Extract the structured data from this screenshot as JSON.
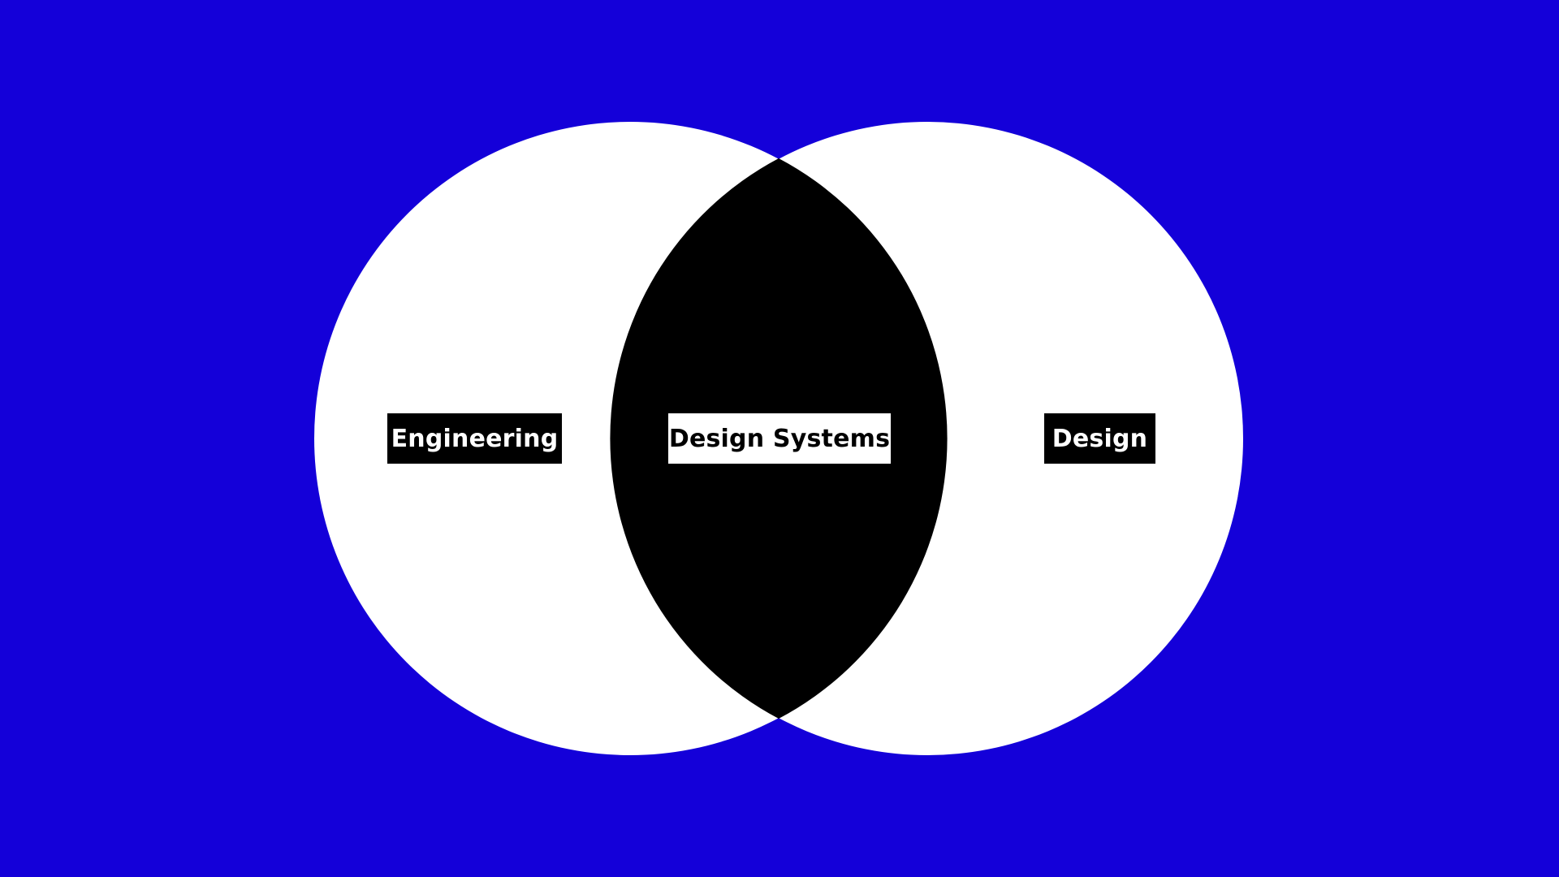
{
  "diagram": {
    "type": "venn",
    "sets": [
      {
        "id": "left",
        "label": "Engineering"
      },
      {
        "id": "right",
        "label": "Design"
      }
    ],
    "intersection": {
      "sets": [
        "left",
        "right"
      ],
      "label": "Design Systems"
    }
  },
  "colors": {
    "background": "#1400d9",
    "circle_fill": "#ffffff",
    "intersection_fill": "#000000",
    "set_label_bg": "#000000",
    "set_label_text": "#ffffff",
    "intersection_label_bg": "#ffffff",
    "intersection_label_text": "#000000"
  }
}
